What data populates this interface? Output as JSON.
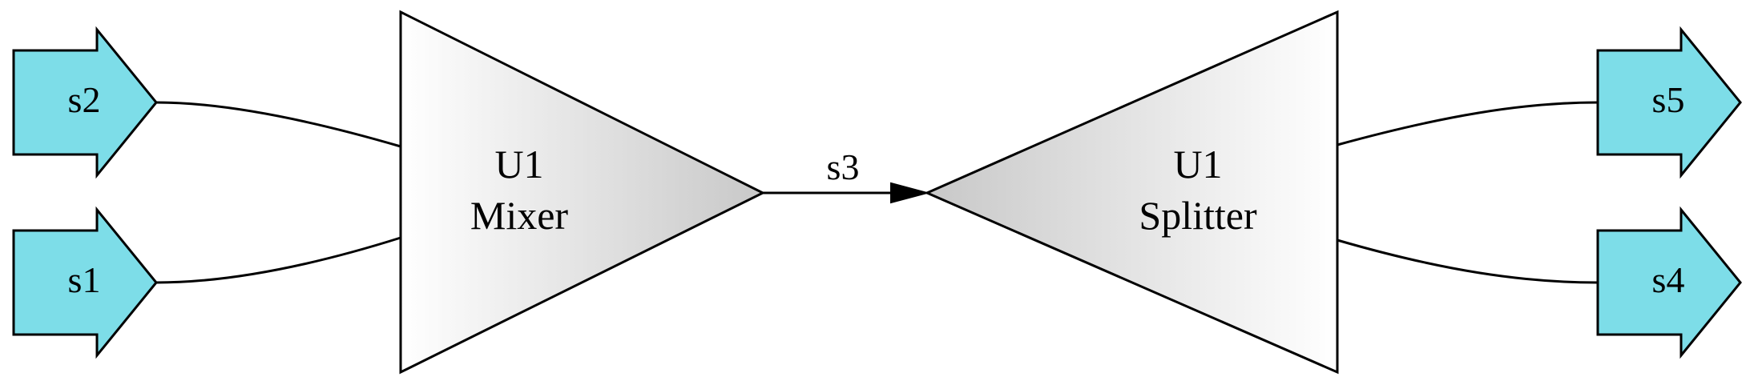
{
  "colors": {
    "stream_fill": "#7ddde8",
    "unit_gradient_light": "#ffffff",
    "unit_gradient_dark": "#c8c8c8",
    "stroke": "#000000"
  },
  "feeds": [
    {
      "id": "s2",
      "label": "s2",
      "shape": "arrow-right"
    },
    {
      "id": "s1",
      "label": "s1",
      "shape": "arrow-right"
    }
  ],
  "products": [
    {
      "id": "s5",
      "label": "s5",
      "shape": "arrow-right"
    },
    {
      "id": "s4",
      "label": "s4",
      "shape": "arrow-right"
    }
  ],
  "units": {
    "mixer": {
      "name": "U1",
      "type": "Mixer"
    },
    "splitter": {
      "name": "U1",
      "type": "Splitter"
    }
  },
  "connection": {
    "label": "s3"
  }
}
